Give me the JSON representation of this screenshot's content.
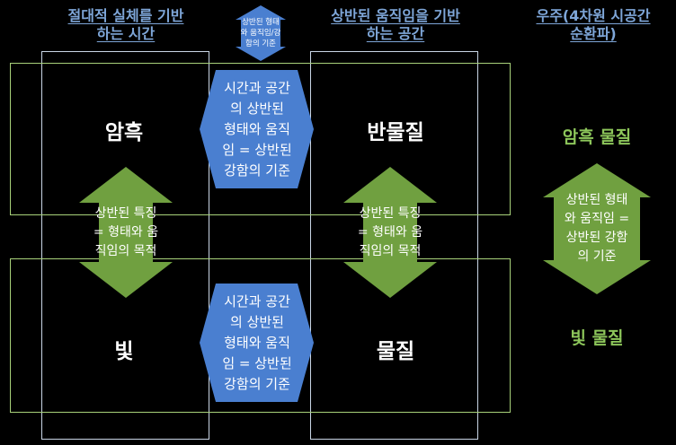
{
  "headers": {
    "absolute_time": "절대적 실체를 기반\n하는 시간",
    "relative_space": "상반된 움직임을 기반\n하는 공간",
    "universe": "우주(4차원 시공간\n순환파)"
  },
  "labels": {
    "dark_energy": "암흑",
    "antimatter": "반물질",
    "light": "빛",
    "matter": "물질",
    "dark_matter": "암흑 물질",
    "light_matter": "빛 물질"
  },
  "arrows": {
    "top_small": "상반된 형태\n와 움직임/강\n함의 기준",
    "center_top": "시간과 공간\n의 상반된\n형태와 움직\n임 = 상반된\n강함의 기준",
    "center_bottom": "시간과 공간\n의 상반된\n형태와 움직\n임 = 상반된\n강함의 기준",
    "left_vertical": "상반된 특징\n= 형태와 움\n직임의 목적",
    "mid_vertical": "상반된 특징\n= 형태와 움\n직임의 목적",
    "right_vertical": "상반된 형태\n와 움직임 =\n상반된 강함\n의 기준"
  },
  "colors": {
    "blue_shape": "#4a7fd0",
    "green_shape": "#70a040",
    "header_blue": "#7ea6d8",
    "green_text": "#8cc55a"
  }
}
